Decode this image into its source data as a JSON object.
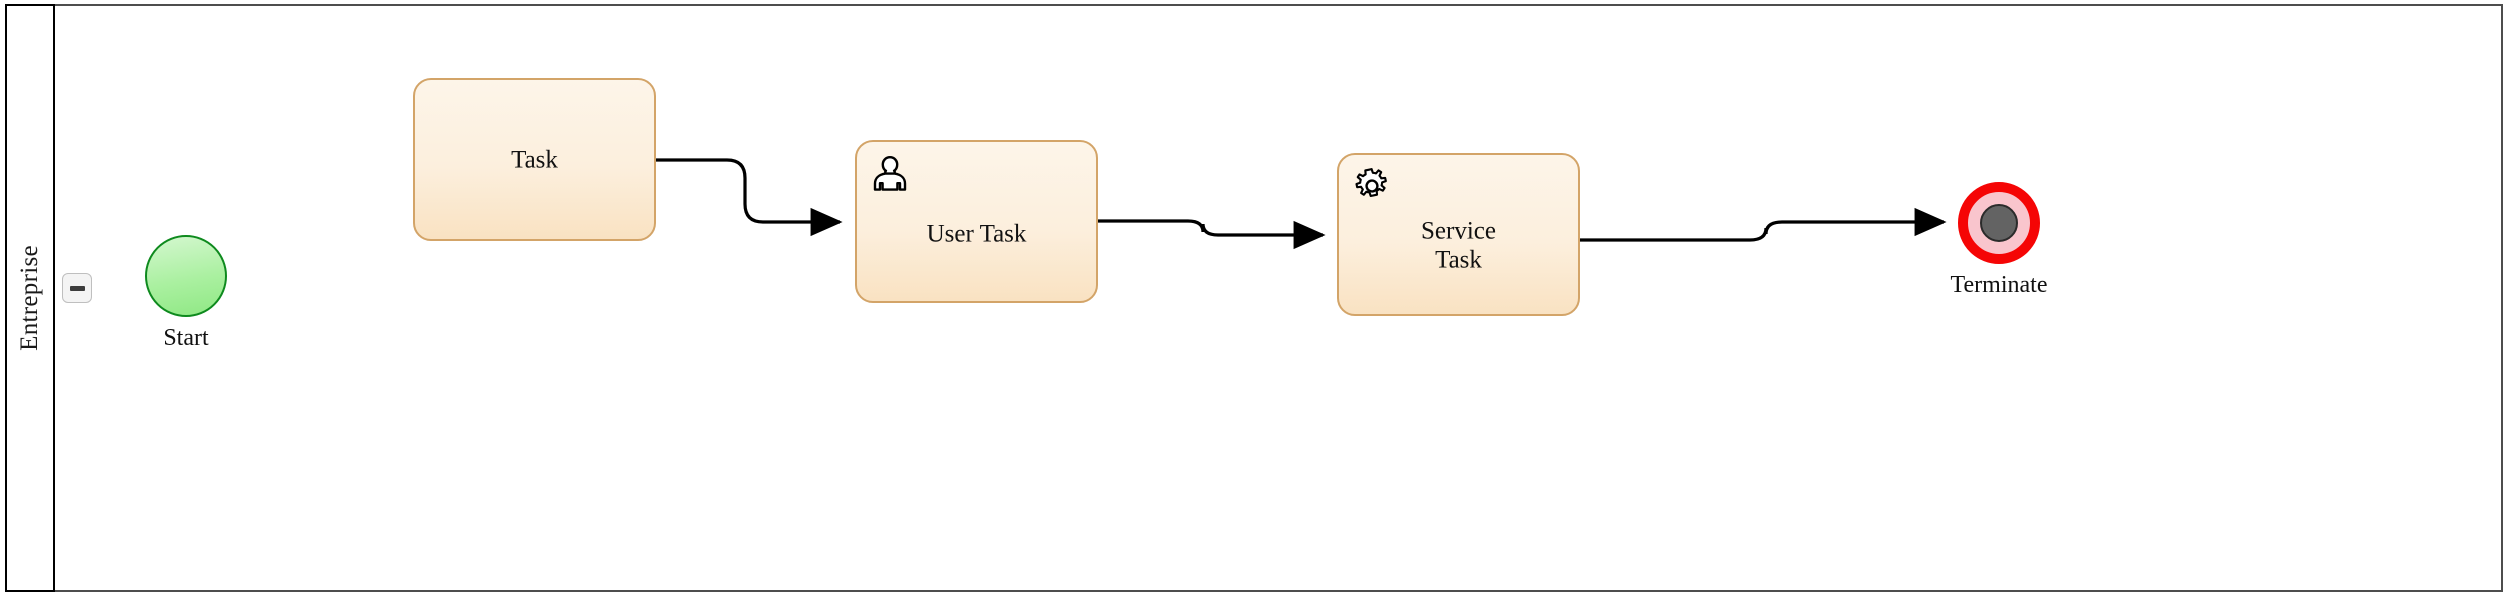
{
  "diagram": {
    "type": "bpmn-process",
    "pool": {
      "name": "Entreprise",
      "collapse_toggle": {
        "icon": "minus-icon",
        "state": "expanded"
      }
    },
    "elements": [
      {
        "id": "start",
        "kind": "start-event",
        "label": "Start",
        "color": "#8fe884",
        "border_color": "#0e8a1e"
      },
      {
        "id": "task",
        "kind": "task",
        "label": "Task",
        "icon": null,
        "fill": "#fcefdd",
        "border_color": "#d3a468"
      },
      {
        "id": "user-task",
        "kind": "user-task",
        "label": "User Task",
        "icon": "user-icon",
        "fill": "#fcefdd",
        "border_color": "#d3a468"
      },
      {
        "id": "service-task",
        "kind": "service-task",
        "label": "Service\nTask",
        "icon": "gear-icon",
        "fill": "#fcefdd",
        "border_color": "#d3a468"
      },
      {
        "id": "terminate",
        "kind": "terminate-end-event",
        "label": "Terminate",
        "ring_color": "#f50505",
        "fill": "#f9c5cd",
        "inner_color": "#636363"
      }
    ],
    "flows": [
      {
        "id": "flow-1",
        "from": "task",
        "to": "user-task",
        "label": ""
      },
      {
        "id": "flow-2",
        "from": "user-task",
        "to": "service-task",
        "label": ""
      },
      {
        "id": "flow-3",
        "from": "service-task",
        "to": "terminate",
        "label": ""
      }
    ]
  }
}
